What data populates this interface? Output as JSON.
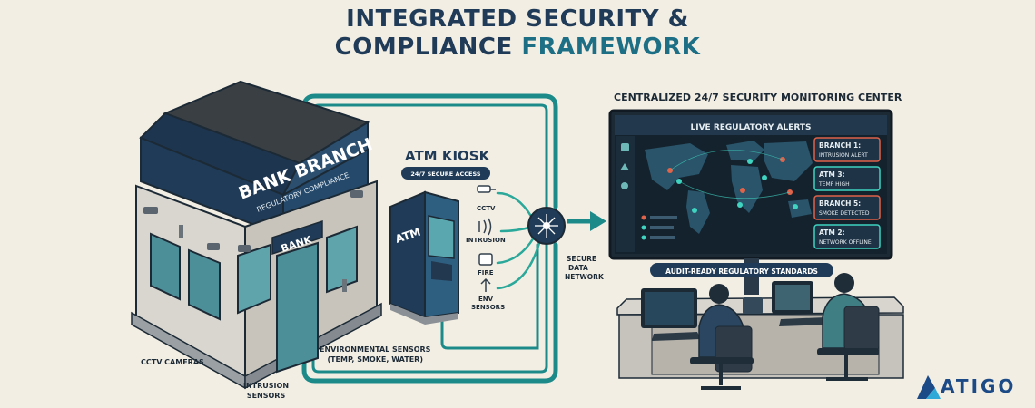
{
  "title": {
    "line1": "INTEGRATED SECURITY &",
    "line2_a": "COMPLIANCE ",
    "line2_b": "FRAMEWORK"
  },
  "bank": {
    "sign": "BANK BRANCH",
    "sub": "REGULATORY COMPLIANCE",
    "door_sign": "BANK"
  },
  "atm": {
    "title": "ATM KIOSK",
    "badge": "24/7 SECURE ACCESS",
    "machine_label": "ATM"
  },
  "sensors": {
    "cctv": "CCTV",
    "intrusion": "INTRUSION",
    "fire": "FIRE",
    "env_1": "ENV",
    "env_2": "SENSORS"
  },
  "network": {
    "line1": "SECURE",
    "line2": "DATA",
    "line3": "NETWORK"
  },
  "callouts": {
    "cctv_cameras": "CCTV CAMERAS",
    "intrusion_1": "INTRUSION",
    "intrusion_2": "SENSORS",
    "env_1": "ENVIRONMENTAL SENSORS",
    "env_2": "(TEMP, SMOKE, WATER)"
  },
  "monitoring": {
    "title": "CENTRALIZED 24/7 SECURITY MONITORING CENTER",
    "screen_header": "LIVE REGULATORY ALERTS",
    "alerts": [
      {
        "title": "BRANCH 1:",
        "detail": "INTRUSION ALERT"
      },
      {
        "title": "ATM 3:",
        "detail": "TEMP HIGH"
      },
      {
        "title": "BRANCH 5:",
        "detail": "SMOKE DETECTED"
      },
      {
        "title": "ATM 2:",
        "detail": "NETWORK OFFLINE"
      }
    ],
    "standards_badge": "AUDIT-READY REGULATORY STANDARDS"
  },
  "logo": {
    "text": "ATIGO"
  },
  "colors": {
    "navy": "#1f3b57",
    "teal": "#1d8a8a",
    "accent": "#1d6f86",
    "alert_red": "#e0634a",
    "map_dot": "#3fd3c0"
  },
  "icons": [
    "cctv-camera-icon",
    "intrusion-sensor-icon",
    "fire-sensor-icon",
    "env-sensor-icon",
    "network-hub-icon",
    "arrow-right-icon",
    "globe-map-icon"
  ]
}
